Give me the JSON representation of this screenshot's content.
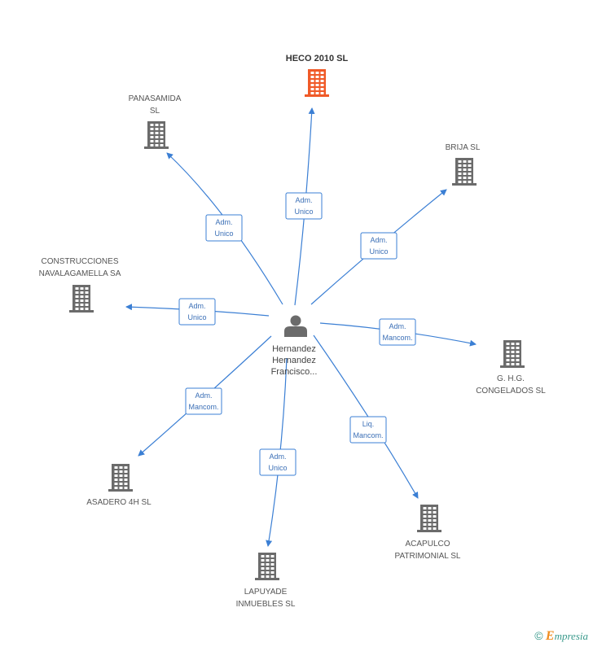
{
  "colors": {
    "edge": "#3b7fd4",
    "building": "#6b6b6b",
    "focus_building": "#f05a28",
    "person": "#6b6b6b",
    "label": "#555555"
  },
  "person": {
    "icon": "person-icon",
    "lines": [
      "Hernandez",
      "Hernandez",
      "Francisco..."
    ]
  },
  "companies": [
    {
      "id": "heco",
      "lines": [
        "HECO 2010 SL"
      ],
      "focus": true,
      "icon": "building-icon"
    },
    {
      "id": "panasamida",
      "lines": [
        "PANASAMIDA",
        "SL"
      ],
      "icon": "building-icon"
    },
    {
      "id": "brija",
      "lines": [
        "BRIJA SL"
      ],
      "icon": "building-icon"
    },
    {
      "id": "construcciones",
      "lines": [
        "CONSTRUCCIONES",
        "NAVALAGAMELLA SA"
      ],
      "icon": "building-icon"
    },
    {
      "id": "ghg",
      "lines": [
        "G. H.G.",
        "CONGELADOS SL"
      ],
      "icon": "building-icon"
    },
    {
      "id": "asadero",
      "lines": [
        "ASADERO 4H SL"
      ],
      "icon": "building-icon"
    },
    {
      "id": "acapulco",
      "lines": [
        "ACAPULCO",
        "PATRIMONIAL SL"
      ],
      "icon": "building-icon"
    },
    {
      "id": "lapuyade",
      "lines": [
        "LAPUYADE",
        "INMUEBLES SL"
      ],
      "icon": "building-icon"
    }
  ],
  "relations": [
    {
      "to": "heco",
      "lines": [
        "Adm.",
        "Unico"
      ]
    },
    {
      "to": "panasamida",
      "lines": [
        "Adm.",
        "Unico"
      ]
    },
    {
      "to": "brija",
      "lines": [
        "Adm.",
        "Unico"
      ]
    },
    {
      "to": "construcciones",
      "lines": [
        "Adm.",
        "Unico"
      ]
    },
    {
      "to": "ghg",
      "lines": [
        "Adm.",
        "Mancom."
      ]
    },
    {
      "to": "asadero",
      "lines": [
        "Adm.",
        "Mancom."
      ]
    },
    {
      "to": "acapulco",
      "lines": [
        "Liq.",
        "Mancom."
      ]
    },
    {
      "to": "lapuyade",
      "lines": [
        "Adm.",
        "Unico"
      ]
    }
  ],
  "footer": {
    "copyright": "©",
    "brand_initial": "E",
    "brand_rest": "mpresia"
  }
}
